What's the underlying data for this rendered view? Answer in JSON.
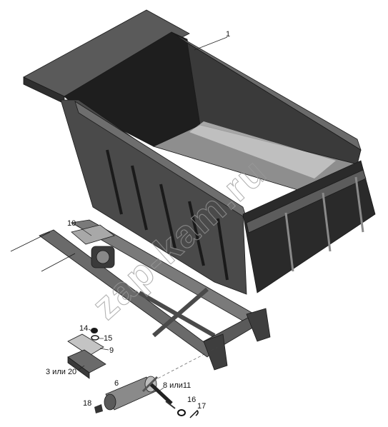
{
  "watermark": "zap-kam.ru",
  "callouts": {
    "c1": "1",
    "c10": "10",
    "c14": "14",
    "c15": "15",
    "c9": "9",
    "c3or20": "3 или 20",
    "c6": "6",
    "c8or11": "8 или11",
    "c16": "16",
    "c17": "17",
    "c18": "18"
  }
}
